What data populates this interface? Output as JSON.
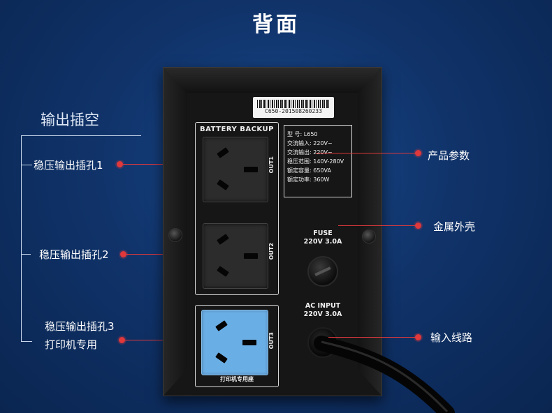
{
  "header": {
    "title": "背面"
  },
  "left_panel": {
    "section_title": "输出插空",
    "labels": {
      "outlet1": "稳压输出插孔1",
      "outlet2": "稳压输出插孔2",
      "outlet3_line1": "稳压输出插孔3",
      "outlet3_line2": "打印机专用"
    }
  },
  "right_panel": {
    "labels": {
      "specs": "产品参数",
      "shell": "金属外壳",
      "input": "输入线路"
    }
  },
  "device": {
    "serial": "C650-201508260233",
    "battery_backup_title": "BATTERY BACKUP",
    "out1": "OUT1",
    "out2": "OUT2",
    "out3": "OUT3",
    "printer_outlet_caption": "打印机专用座",
    "spec_plate": [
      "型    号: L650",
      "交流输入: 220V~",
      "交流输出: 220V~",
      "稳压范围: 140V-280V",
      "额定容量: 650VA",
      "额定功率: 360W"
    ],
    "fuse_label_1": "FUSE",
    "fuse_label_2": "220V 3.0A",
    "ac_input_label_1": "AC INPUT",
    "ac_input_label_2": "220V 3.0A"
  },
  "colors": {
    "background": "#10336a",
    "callout": "#e0383b",
    "socket_blue": "#6aaee6"
  }
}
